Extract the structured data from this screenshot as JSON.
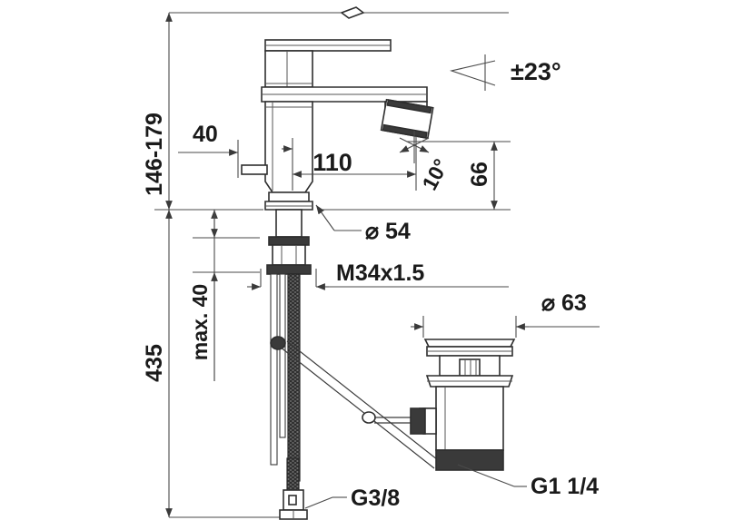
{
  "drawing": {
    "title": "Single-lever basin mixer technical dimension drawing",
    "units": "mm",
    "line_color": "#3a3a3a",
    "text_color": "#1a1a1a",
    "background": "#ffffff"
  },
  "dimensions": {
    "height_range": "146-179",
    "total_height": "435",
    "spout_offset": "40",
    "spout_reach": "110",
    "spout_height": "66",
    "base_diameter": "⌀ 54",
    "thread_body": "M34x1.5",
    "max_thickness": "max. 40",
    "waste_diameter": "⌀ 63",
    "waste_thread": "G1 1/4",
    "supply_thread": "G3/8",
    "swivel_angle": "±23°",
    "aerator_angle": "10°"
  },
  "labels": [
    {
      "id": "height-range",
      "text": "146-179",
      "orientation": "vertical"
    },
    {
      "id": "total-height",
      "text": "435",
      "orientation": "vertical"
    },
    {
      "id": "max-thickness",
      "text": "max. 40",
      "orientation": "vertical"
    },
    {
      "id": "spout-offset",
      "text": "40",
      "orientation": "horizontal"
    },
    {
      "id": "spout-reach",
      "text": "110",
      "orientation": "horizontal"
    },
    {
      "id": "spout-height",
      "text": "66",
      "orientation": "vertical"
    },
    {
      "id": "aerator-angle",
      "text": "10°",
      "orientation": "rotated"
    },
    {
      "id": "swivel-angle",
      "text": "±23°",
      "orientation": "horizontal"
    },
    {
      "id": "base-diameter",
      "text": "⌀ 54",
      "orientation": "horizontal"
    },
    {
      "id": "thread-body",
      "text": "M34x1.5",
      "orientation": "horizontal"
    },
    {
      "id": "waste-diameter",
      "text": "⌀ 63",
      "orientation": "horizontal"
    },
    {
      "id": "waste-thread",
      "text": "G1 1/4",
      "orientation": "horizontal"
    },
    {
      "id": "supply-thread",
      "text": "G3/8",
      "orientation": "horizontal"
    }
  ],
  "symbols": {
    "diameter_sign": "⌀",
    "plusminus_sign": "±",
    "degree_sign": "°"
  }
}
